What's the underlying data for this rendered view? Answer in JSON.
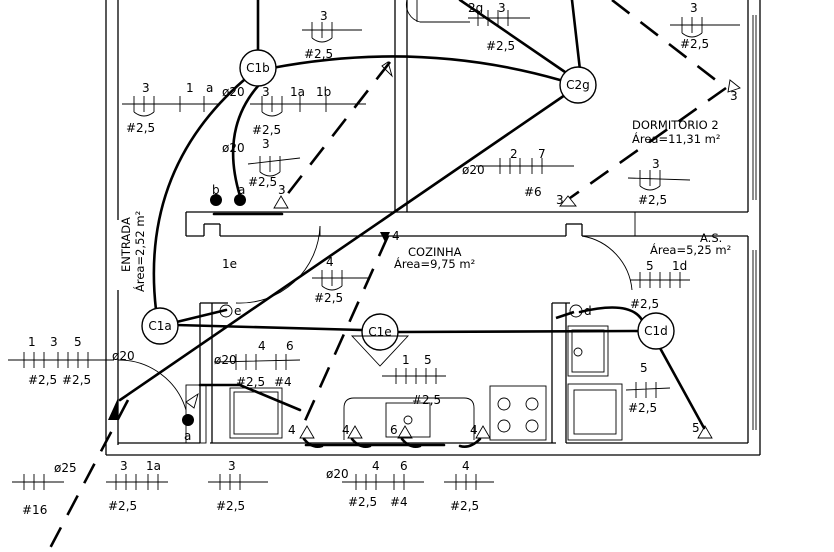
{
  "rooms": [
    {
      "id": "dormitorio2",
      "name": "DORMITÓRIO 2",
      "area": "Área=11,31 m²"
    },
    {
      "id": "cozinha",
      "name": "COZINHA",
      "area": "Área=9,75 m²"
    },
    {
      "id": "as",
      "name": "A.S.",
      "area": "Área=5,25 m²"
    },
    {
      "id": "entrada",
      "name": "ENTRADA",
      "area": "Área=2,52 m²"
    }
  ],
  "lights": [
    "C1b",
    "C2g",
    "C1a",
    "C1e",
    "C1d"
  ],
  "labels": {
    "t3a": "3",
    "t2g": "2g",
    "t3b": "3",
    "w25a": "#2,5",
    "w25b": "#2,5",
    "t3c": "3",
    "t3d": "3",
    "w25c": "#2,5",
    "c3top": "3",
    "t3e": "3",
    "t1": "1",
    "ta": "a",
    "d20a": "ø20",
    "t3f": "3",
    "t1a": "1a",
    "t1b": "1b",
    "w25d": "#2,5",
    "w25e": "#2,5",
    "d20b": "ø20",
    "t3g": "3",
    "w25f": "#2,5",
    "tb": "b",
    "ta2": "a",
    "t3h": "3",
    "t2": "2",
    "t7": "7",
    "d20c": "ø20",
    "w6a": "#6",
    "t3i": "3",
    "t3j": "3",
    "w25g": "#2,5",
    "t3k": "3",
    "t4": "4",
    "t1e": "1e",
    "te": "e",
    "t4b": "4",
    "w25h": "#2,5",
    "t5a": "5",
    "t1d": "1d",
    "w25i": "#2,5",
    "td": "d",
    "t1c": "1",
    "t3l": "3",
    "t5b": "5",
    "d20d": "ø20",
    "w25j": "#2,5",
    "w25k": "#2,5",
    "d20e": "ø20",
    "t4c": "4",
    "t6a": "6",
    "w25l": "#2,5",
    "w4a": "#4",
    "t1f": "1",
    "t5c": "5",
    "w25m": "#2,5",
    "t5d": "5",
    "w25n": "#2,5",
    "ta3": "a",
    "p4a": "4",
    "p4b": "4",
    "p6": "6",
    "p4c": "4",
    "p5": "5",
    "d25": "ø25",
    "w16": "#16",
    "t3m": "3",
    "t1a2": "1a",
    "w25o": "#2,5",
    "t3n": "3",
    "w25p": "#2,5",
    "d20f": "ø20",
    "t4d": "4",
    "t6b": "6",
    "w25q": "#2,5",
    "w4b": "#4",
    "t4e": "4",
    "w25r": "#2,5"
  }
}
